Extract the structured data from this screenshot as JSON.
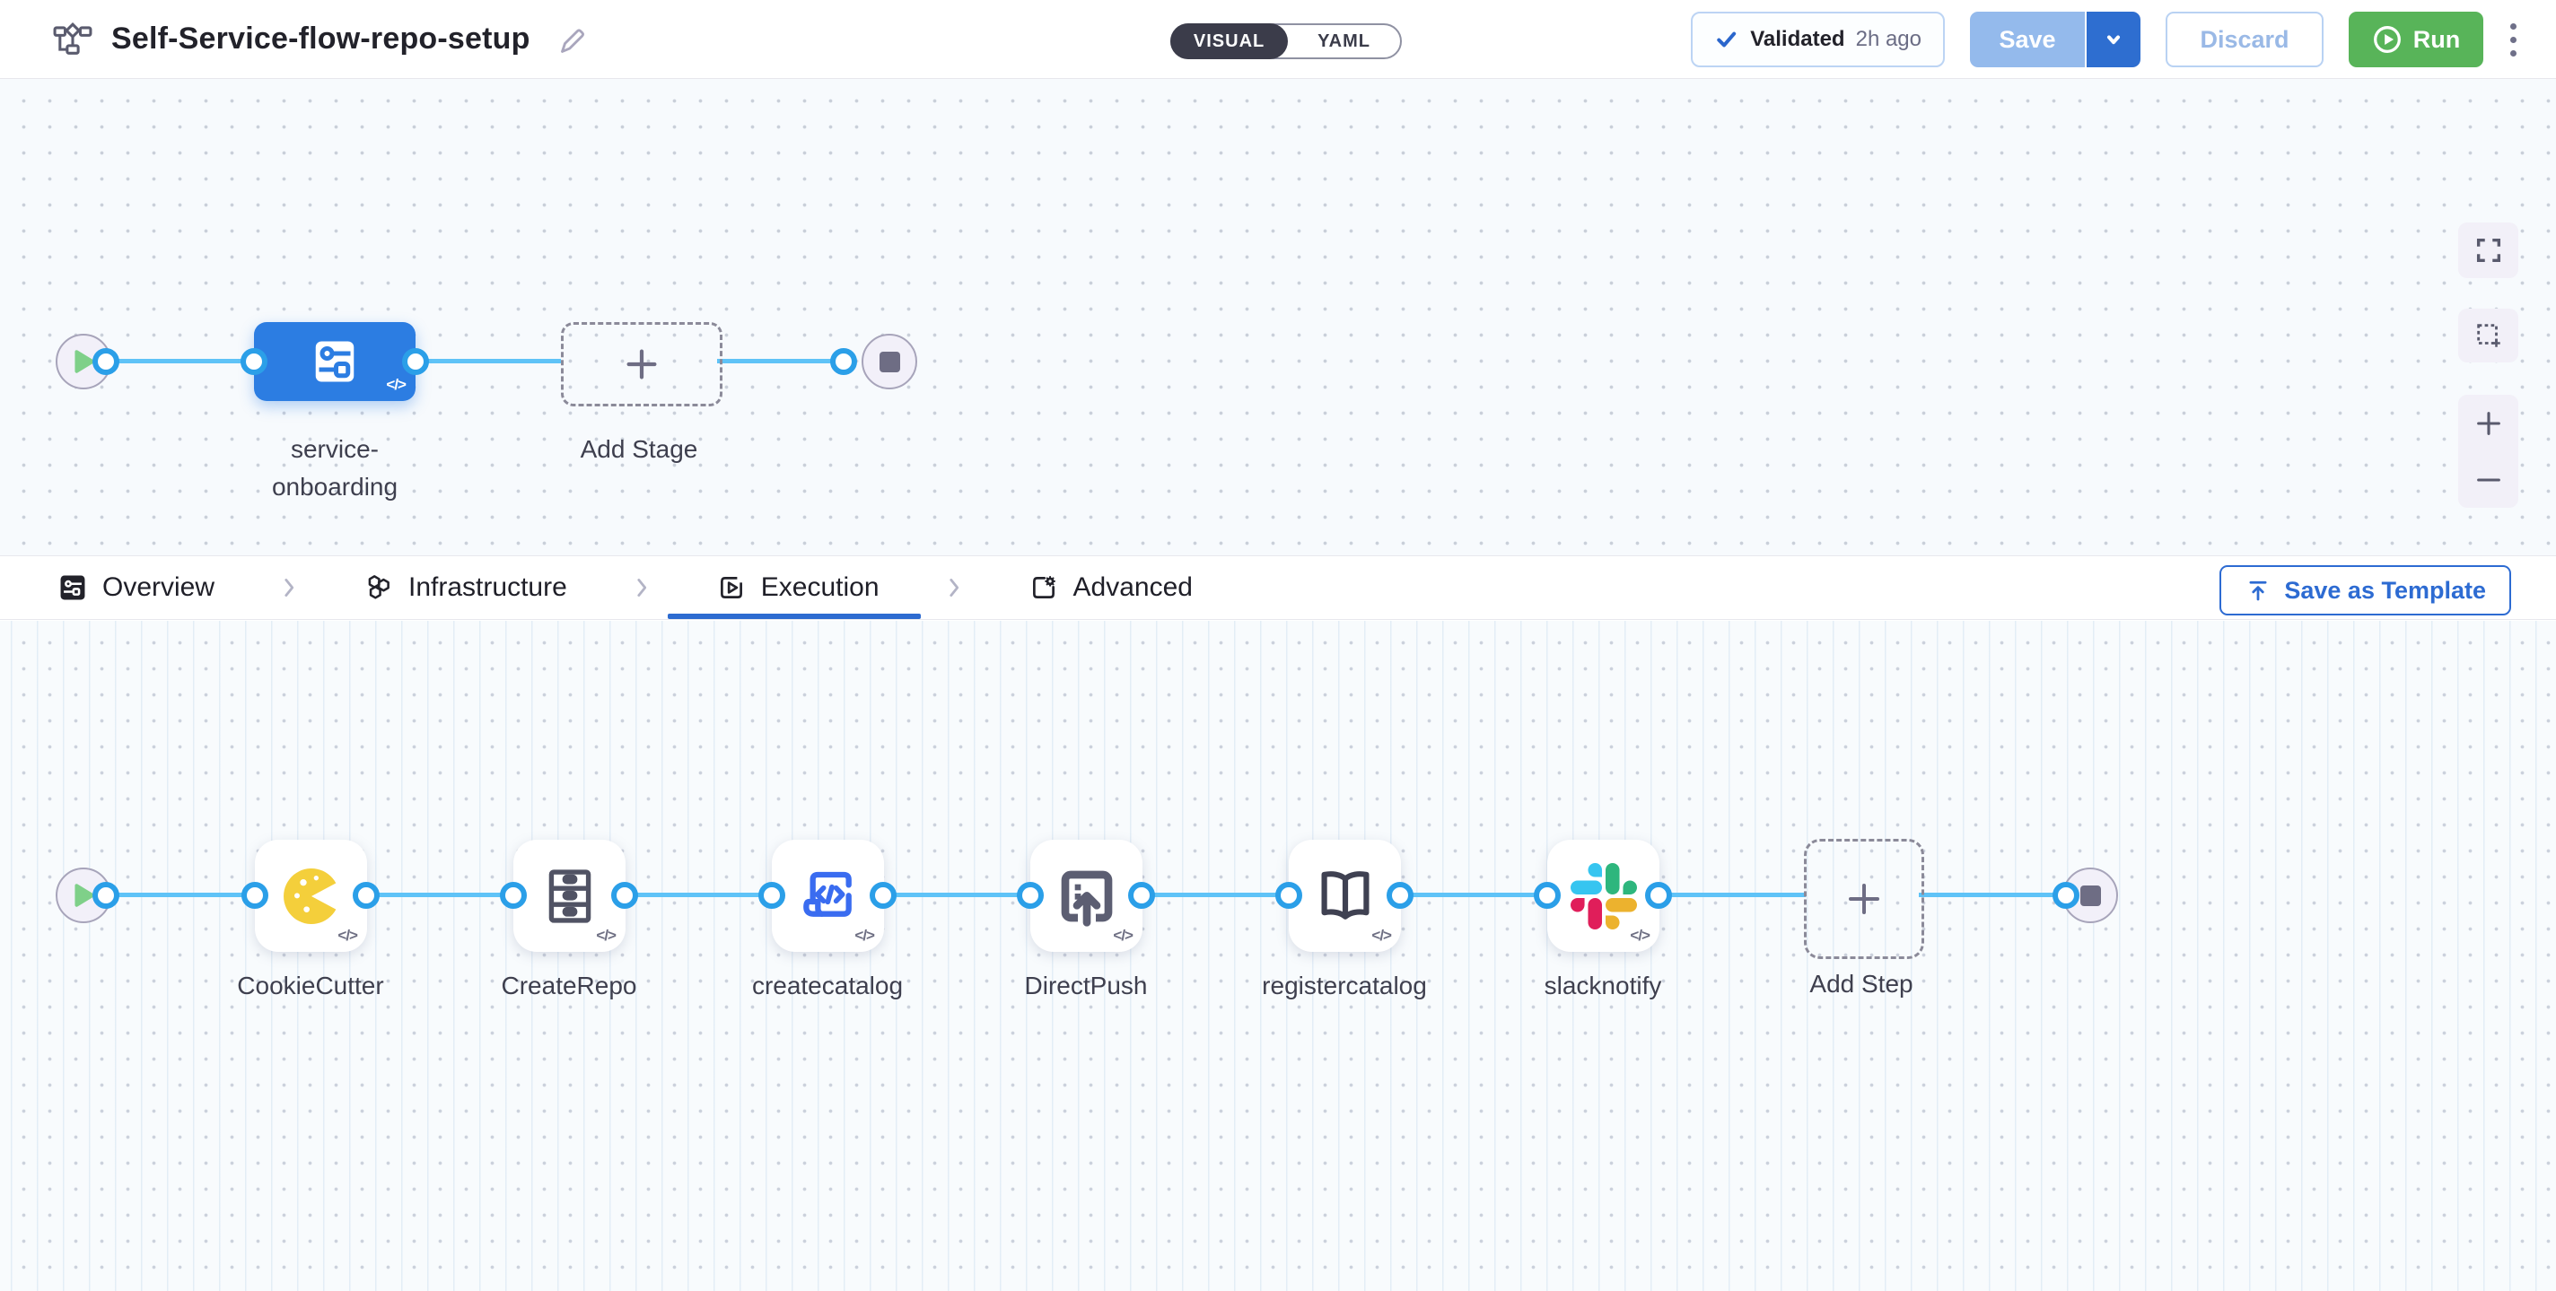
{
  "header": {
    "title": "Self-Service-flow-repo-setup",
    "mode_toggle": {
      "visual": "VISUAL",
      "yaml": "YAML",
      "selected": "VISUAL"
    },
    "validation": {
      "status": "Validated",
      "time": "2h ago"
    },
    "buttons": {
      "save": "Save",
      "discard": "Discard",
      "run": "Run"
    }
  },
  "stage_pipeline": {
    "stage_name_line1": "service-",
    "stage_name_line2": "onboarding",
    "add_stage": "Add Stage"
  },
  "tabs": {
    "items": [
      {
        "label": "Overview",
        "active": false
      },
      {
        "label": "Infrastructure",
        "active": false
      },
      {
        "label": "Execution",
        "active": true
      },
      {
        "label": "Advanced",
        "active": false
      }
    ],
    "save_as_template": "Save as Template"
  },
  "execution": {
    "steps": [
      {
        "name": "CookieCutter",
        "icon": "cookiecutter-icon"
      },
      {
        "name": "CreateRepo",
        "icon": "drawers-icon"
      },
      {
        "name": "createcatalog",
        "icon": "script-code-icon"
      },
      {
        "name": "DirectPush",
        "icon": "upload-box-icon"
      },
      {
        "name": "registercatalog",
        "icon": "open-book-icon"
      },
      {
        "name": "slacknotify",
        "icon": "slack-icon"
      }
    ],
    "add_step": "Add Step",
    "code_badge": "</>"
  },
  "colors": {
    "accent_blue": "#2d6bd2",
    "node_blue": "#2c7de2",
    "edge_blue": "#5fc3f7",
    "run_green": "#58b459",
    "save_disabled_blue": "#94baec",
    "save_caret_blue": "#2e6ed0",
    "cookiecutter_yellow": "#f4cf3b",
    "slack": {
      "blue": "#36C5F0",
      "green": "#2EB67D",
      "red": "#E01E5A",
      "yellow": "#ECB22E"
    }
  }
}
